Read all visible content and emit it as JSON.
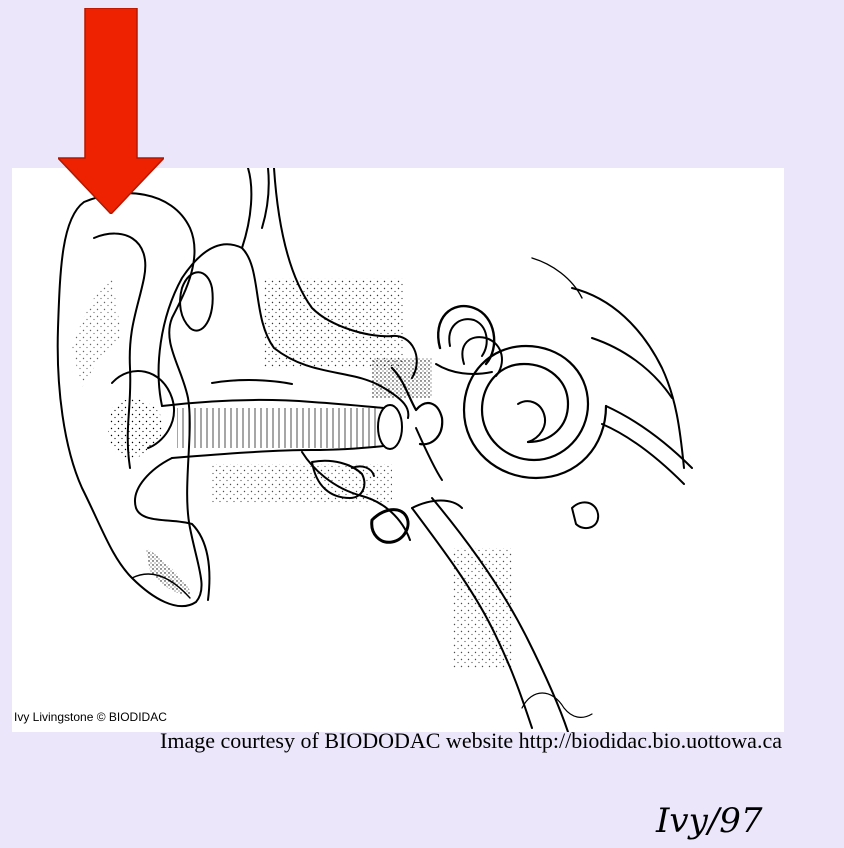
{
  "figure": {
    "credit": "Ivy Livingstone © BIODIDAC",
    "signature": "Ivy/97",
    "arrow_color": "#ee2200",
    "line_color": "#000000"
  },
  "caption": "Image courtesy of BIODODAC website http://biodidac.bio.uottowa.ca"
}
